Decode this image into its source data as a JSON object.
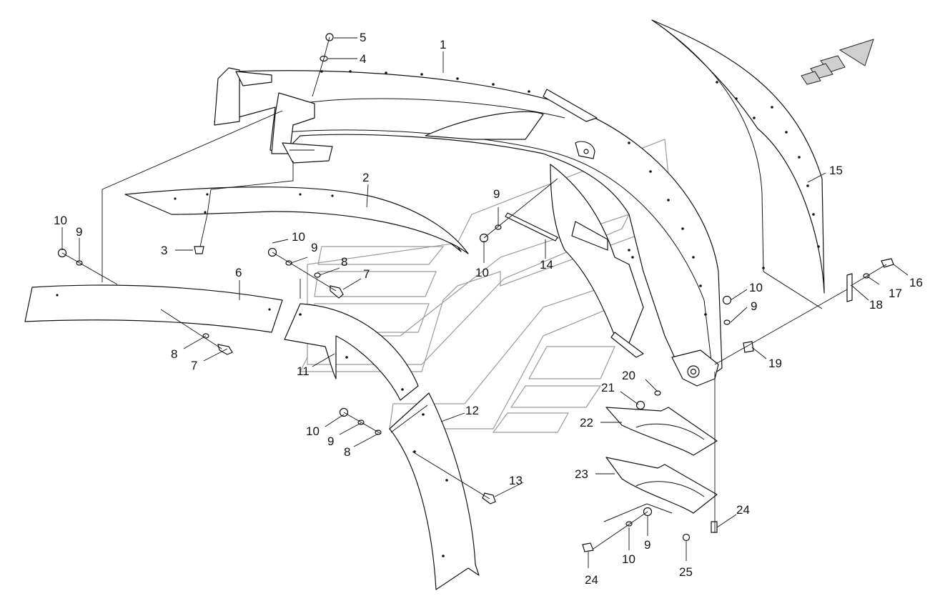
{
  "callouts": [
    {
      "id": "c1",
      "label": "1"
    },
    {
      "id": "c2",
      "label": "2"
    },
    {
      "id": "c3",
      "label": "3"
    },
    {
      "id": "c4",
      "label": "4"
    },
    {
      "id": "c5",
      "label": "5"
    },
    {
      "id": "c6",
      "label": "6"
    },
    {
      "id": "c7a",
      "label": "7"
    },
    {
      "id": "c7b",
      "label": "7"
    },
    {
      "id": "c8a",
      "label": "8"
    },
    {
      "id": "c8b",
      "label": "8"
    },
    {
      "id": "c8c",
      "label": "8"
    },
    {
      "id": "c9a",
      "label": "9"
    },
    {
      "id": "c9b",
      "label": "9"
    },
    {
      "id": "c9c",
      "label": "9"
    },
    {
      "id": "c9d",
      "label": "9"
    },
    {
      "id": "c9e",
      "label": "9"
    },
    {
      "id": "c9f",
      "label": "9"
    },
    {
      "id": "c10a",
      "label": "10"
    },
    {
      "id": "c10b",
      "label": "10"
    },
    {
      "id": "c10c",
      "label": "10"
    },
    {
      "id": "c10d",
      "label": "10"
    },
    {
      "id": "c10e",
      "label": "10"
    },
    {
      "id": "c10f",
      "label": "10"
    },
    {
      "id": "c11",
      "label": "11"
    },
    {
      "id": "c12",
      "label": "12"
    },
    {
      "id": "c13",
      "label": "13"
    },
    {
      "id": "c14",
      "label": "14"
    },
    {
      "id": "c15",
      "label": "15"
    },
    {
      "id": "c16",
      "label": "16"
    },
    {
      "id": "c17",
      "label": "17"
    },
    {
      "id": "c18",
      "label": "18"
    },
    {
      "id": "c19",
      "label": "19"
    },
    {
      "id": "c20",
      "label": "20"
    },
    {
      "id": "c21",
      "label": "21"
    },
    {
      "id": "c22",
      "label": "22"
    },
    {
      "id": "c23",
      "label": "23"
    },
    {
      "id": "c24a",
      "label": "24"
    },
    {
      "id": "c24b",
      "label": "24"
    },
    {
      "id": "c25",
      "label": "25"
    }
  ],
  "direction_arrow_icon": "front-direction-arrow-icon",
  "line_color": "#111111",
  "ghost_color": "#9a9a9a"
}
